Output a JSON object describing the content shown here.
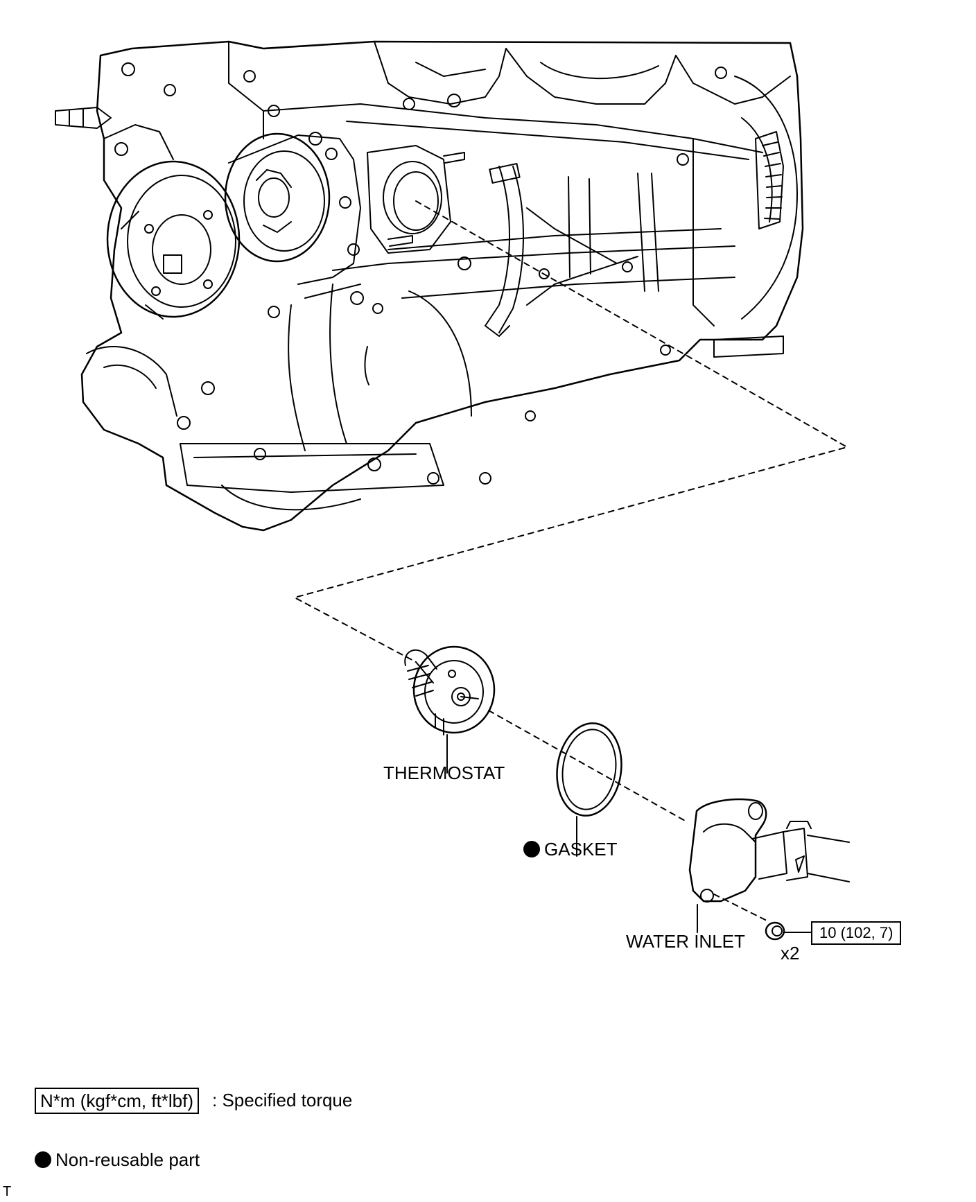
{
  "parts": {
    "thermostat": "THERMOSTAT",
    "gasket": "GASKET",
    "water_inlet": "WATER INLET",
    "bolt_qty": "x2",
    "bolt_torque": "10 (102, 7)"
  },
  "legend": {
    "torque_units": "N*m (kgf*cm, ft*lbf)",
    "torque_text": ": Specified torque",
    "nonreusable_text": "Non-reusable part"
  },
  "footer": {
    "code": "T"
  },
  "colors": {
    "line": "#000000",
    "background": "#ffffff"
  },
  "icons": {
    "nonreusable_marker": "filled-circle"
  }
}
